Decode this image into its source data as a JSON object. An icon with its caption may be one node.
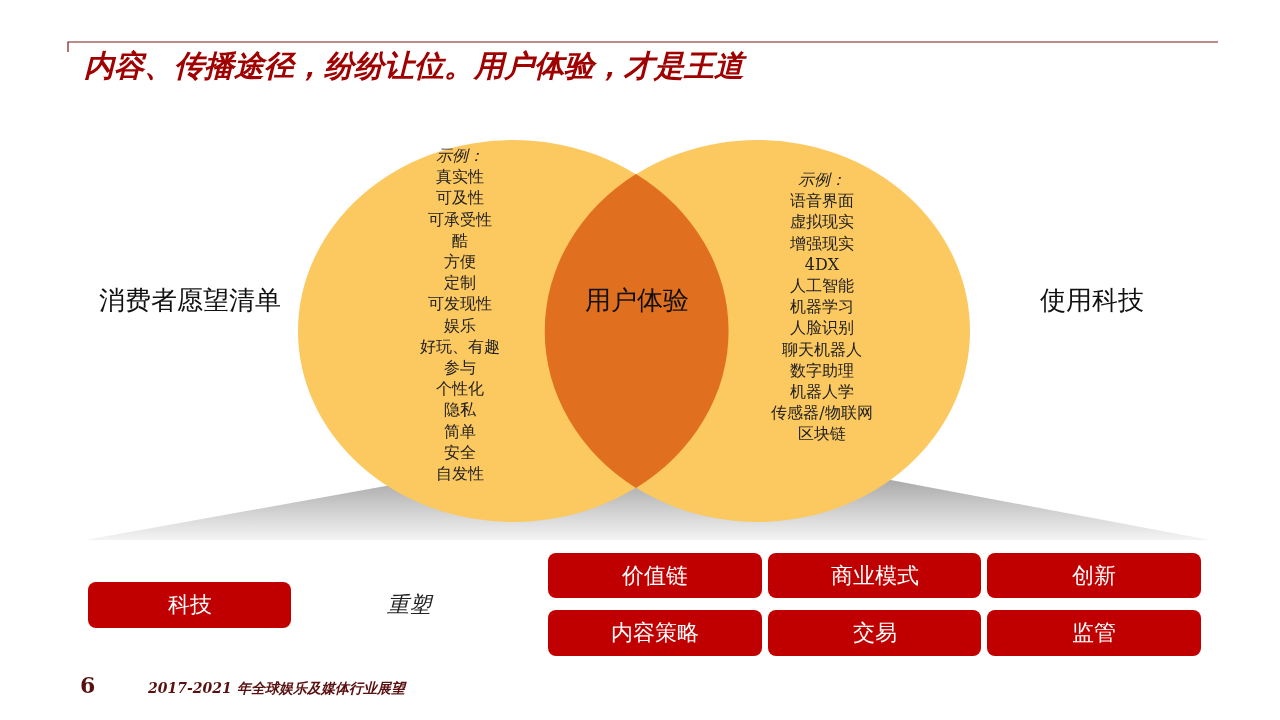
{
  "diagram": {
    "title": "内容、传播途径，纷纷让位。用户体验，才是王道",
    "nodes": [
      {
        "text": [
          "消费者愿望清单",
          "示例：",
          "真实性",
          "可及性",
          "可承受性",
          "酷",
          "方便",
          "定制",
          "可发现性",
          "娱乐",
          "好玩、有趣",
          "参与",
          "个性化",
          "隐私",
          "简单",
          "安全",
          "自发性"
        ]
      },
      {
        "text": [
          "使用科技",
          "示例：",
          "语音界面",
          "虚拟现实",
          "增强现实",
          "4DX",
          "人工智能",
          "机器学习",
          "人脸识别",
          "聊天机器人",
          "数字助理",
          "机器人学",
          "传感器/物联网",
          "区块链"
        ]
      },
      {
        "text": [
          "用户体验"
        ]
      },
      {
        "text": [
          "科技"
        ]
      },
      {
        "text": [
          "价值链"
        ]
      },
      {
        "text": [
          "商业模式"
        ]
      },
      {
        "text": [
          "创新"
        ]
      },
      {
        "text": [
          "内容策略"
        ]
      },
      {
        "text": [
          "交易"
        ]
      },
      {
        "text": [
          "监管"
        ]
      },
      {
        "text": [],
        "shape": "band"
      }
    ],
    "labels": [
      "重塑",
      "6",
      "2017-2021 年全球娱乐及媒体行业展望"
    ]
  }
}
